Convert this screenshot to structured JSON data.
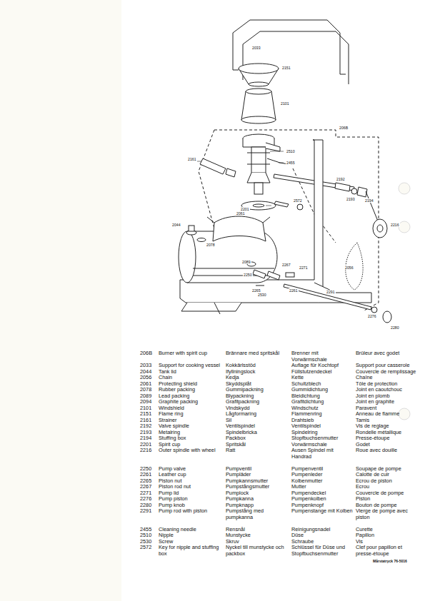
{
  "diagram": {
    "labels": [
      "2033",
      "2151",
      "2101",
      "206B",
      "2161",
      "2510",
      "2455",
      "2192",
      "2193",
      "2194",
      "2216",
      "2201",
      "2572",
      "2044",
      "2078",
      "2061",
      "2089",
      "2265",
      "2267",
      "2271",
      "2261",
      "2250",
      "2530",
      "2056",
      "2291",
      "2276",
      "2280",
      "206B",
      "Burner with spirit cup",
      "Brännare med spritskål",
      "Brenner mit Vorwärmschale",
      "Brûleur avec godet",
      "2033",
      "Support for cooking vessel",
      "Kokkärlsstöd",
      "Auflage für Kochtopf",
      "Support pour casserole",
      "2044",
      "Tank lid",
      "Ifyllningslock",
      "Füllstutzendeckel",
      "Couvercle de remplissage",
      "2056",
      "Chain",
      "Kedja",
      "Kette",
      "Chaîne",
      "2061",
      "Protecting shield",
      "Skyddsplåt",
      "Schultzblech",
      "Tôle de protection",
      "2078",
      "Rubber packing",
      "Gummipackning",
      "Gummidichtung",
      "Joint en caoutchouc",
      "2089",
      "Lead packing",
      "Blypackning",
      "Bleidichtung",
      "Joint en plomb",
      "2094",
      "Graphite packing",
      "Grafitpackning",
      "Grafitdichtung",
      "Joint en graphite",
      "2101",
      "Windshield",
      "Vindskydd",
      "Windschutz",
      "Paravent",
      "2151",
      "Flame ring",
      "Lågformaring",
      "Flammenring",
      "Anneau de flamme",
      "2161",
      "Strainer",
      "Sil",
      "Drahtsieb",
      "Tamis",
      "2192",
      "Valve spindle",
      "Ventilspindel",
      "Ventilspindel",
      "Vis de reglage",
      "2193",
      "Metalring",
      "Spindelbricka",
      "Spindelring",
      "Rondelle métallique",
      "2194",
      "Stuffing box",
      "Packbox",
      "Stopfbuchsenmutter",
      "Presse-étoupe",
      "2201",
      "Spirit cup",
      "Spritskål",
      "Vorwärmschale",
      "Godet",
      "2216",
      "Outer spindle with wheel",
      "Ratt",
      "Ausen Spindel mit Handrad",
      "Roue avec douille",
      "2250",
      "Pump valve",
      "Pumpventil",
      "Pumpenventil",
      "Soupape de pompe",
      "2261",
      "Leather cup",
      "Pumpläder",
      "Pumpenleder",
      "Calotte de cuir",
      "2265",
      "Piston nut",
      "Pumpkannsmutter",
      "Kolbenmutter",
      "Ecrou de piston",
      "2267",
      "Piston rod nut",
      "Pumpstångsmutter",
      "Mutter",
      "Ecrou",
      "2271",
      "Pump lid",
      "Pumplock",
      "Pumpendeckel",
      "Couvercle de pompe",
      "2276",
      "Pump piston",
      "Pumpkanna",
      "Pumpenkolben",
      "Piston",
      "2280",
      "Pump knob",
      "Pumpknapp",
      "Pumpenknopf",
      "Bouton de pompe",
      "2291",
      "Pump rod with piston",
      "Pumpstång med pumpkanna",
      "Pumpenstange mit Kolben",
      "Vierge de pompe avec piston",
      "2455",
      "Cleaning needle",
      "Rensnål",
      "Reinigungsnadel",
      "Curette",
      "2510",
      "Nipple",
      "Munstycke",
      "Düse",
      "Papillon",
      "2530",
      "Screw",
      "Skruv",
      "Schraube",
      "Vis",
      "2572",
      "Key for nipple and stuffing box",
      "Nyckel till munstycke och packbox",
      "Schlüssel für Düse und Stopfbuchsenmutter",
      "Clef pour papillon et presse-étoupe",
      "Mårstatryck 76-5016"
    ]
  }
}
